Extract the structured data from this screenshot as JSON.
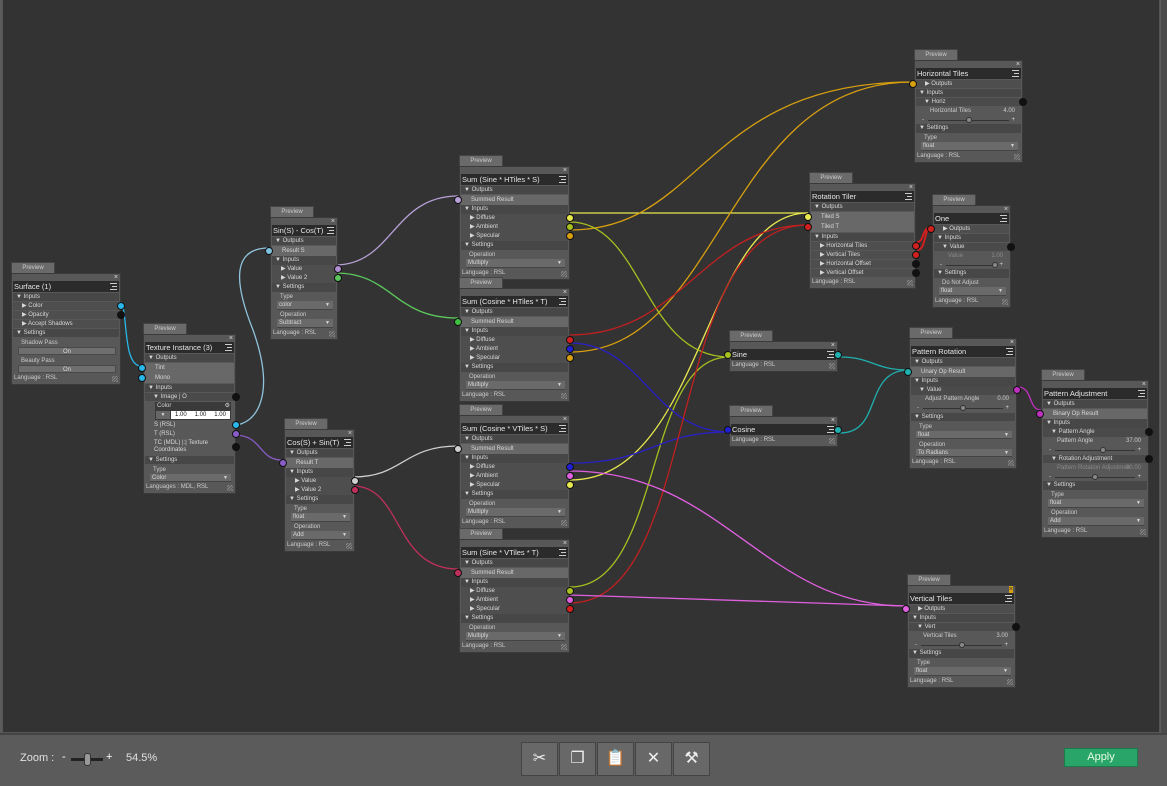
{
  "preview_label": "Preview",
  "close_glyph": "×",
  "nodes": [
    {
      "title": "Surface (1)",
      "rows": [
        {
          "t": "sec",
          "l": "▼ Inputs"
        },
        {
          "t": "sub",
          "l": "▶ Color",
          "pr": "#29b6e8"
        },
        {
          "t": "sub",
          "l": "▶ Opacity",
          "pr": "#111111"
        },
        {
          "t": "sub",
          "l": "▶ Accept Shadows"
        },
        {
          "t": "sec",
          "l": "▼ Settings"
        },
        {
          "t": "lbl",
          "l": "Shadow Pass"
        },
        {
          "t": "btn",
          "l": "On"
        },
        {
          "t": "lbl",
          "l": "Beauty Pass"
        },
        {
          "t": "btn",
          "l": "On"
        },
        {
          "t": "foot",
          "l": "Language : RSL"
        }
      ]
    },
    {
      "title": "Texture Instance (3)",
      "rows": [
        {
          "t": "sec",
          "l": "▼ Outputs"
        },
        {
          "t": "out",
          "l": "Tint",
          "pl": "#29b6e8"
        },
        {
          "t": "out",
          "l": "Mono",
          "pl": "#29b6e8"
        },
        {
          "t": "sec",
          "l": "▼ Inputs"
        },
        {
          "t": "sec2",
          "l": "▼ Image | O",
          "pr": "#111111"
        },
        {
          "t": "color",
          "l": "Color",
          "vals": [
            "1.00",
            "1.00",
            "1.00"
          ]
        },
        {
          "t": "plain",
          "l": "S (RSL)",
          "pr": "#29b6e8"
        },
        {
          "t": "plain",
          "l": "T (RSL)",
          "pr": "#8a5cc8"
        },
        {
          "t": "plain",
          "l": "TC (MDL)  |:| Texture Coordinates",
          "pr": "#111111"
        },
        {
          "t": "sec",
          "l": "▼ Settings"
        },
        {
          "t": "lbl",
          "l": "Type"
        },
        {
          "t": "dd",
          "l": "Color"
        },
        {
          "t": "foot",
          "l": "Languages : MDL, RSL"
        }
      ]
    },
    {
      "title": "Sin(S) - Cos(T)",
      "rows": [
        {
          "t": "sec",
          "l": "▼ Outputs"
        },
        {
          "t": "out",
          "l": "Result S",
          "pl": "#7fc0dc"
        },
        {
          "t": "sec",
          "l": "▼ Inputs"
        },
        {
          "t": "sub",
          "l": "▶ Value",
          "pr": "#b090d0"
        },
        {
          "t": "sub",
          "l": "▶ Value 2",
          "pr": "#5cc85c"
        },
        {
          "t": "sec",
          "l": "▼ Settings"
        },
        {
          "t": "lbl",
          "l": "Type"
        },
        {
          "t": "dd",
          "l": "color"
        },
        {
          "t": "lbl",
          "l": "Operation"
        },
        {
          "t": "dd",
          "l": "Subtract"
        },
        {
          "t": "foot",
          "l": "Language : RSL"
        }
      ]
    },
    {
      "title": "Cos(S) + Sin(T)",
      "rows": [
        {
          "t": "sec",
          "l": "▼ Outputs"
        },
        {
          "t": "out",
          "l": "Result T",
          "pl": "#8a5cc8"
        },
        {
          "t": "sec",
          "l": "▼ Inputs"
        },
        {
          "t": "sub",
          "l": "▶ Value",
          "pr": "#d0d0d0"
        },
        {
          "t": "sub",
          "l": "▶ Value 2",
          "pr": "#c0305a"
        },
        {
          "t": "sec",
          "l": "▼ Settings"
        },
        {
          "t": "lbl",
          "l": "Type"
        },
        {
          "t": "dd",
          "l": "float"
        },
        {
          "t": "lbl",
          "l": "Operation"
        },
        {
          "t": "dd",
          "l": "Add"
        },
        {
          "t": "foot",
          "l": "Language : RSL"
        }
      ]
    },
    {
      "title": "Sum (Sine * HTiles * S)",
      "rows": [
        {
          "t": "sec",
          "l": "▼ Outputs"
        },
        {
          "t": "out",
          "l": "Summed Result",
          "pl": "#b8a0d8"
        },
        {
          "t": "sec",
          "l": "▼ Inputs"
        },
        {
          "t": "sub",
          "l": "▶ Diffuse",
          "pr": "#e8e850"
        },
        {
          "t": "sub",
          "l": "▶ Ambient",
          "pr": "#a8c020"
        },
        {
          "t": "sub",
          "l": "▶ Specular",
          "pr": "#d8a010"
        },
        {
          "t": "sec",
          "l": "▼ Settings"
        },
        {
          "t": "lbl",
          "l": "Operation"
        },
        {
          "t": "dd",
          "l": "Multiply"
        },
        {
          "t": "foot",
          "l": "Language : RSL"
        }
      ]
    },
    {
      "title": "Sum (Cosine * HTiles * T)",
      "rows": [
        {
          "t": "sec",
          "l": "▼ Outputs"
        },
        {
          "t": "out",
          "l": "Summed Result",
          "pl": "#40c040"
        },
        {
          "t": "sec",
          "l": "▼ Inputs"
        },
        {
          "t": "sub",
          "l": "▶ Diffuse",
          "pr": "#d02020"
        },
        {
          "t": "sub",
          "l": "▶ Ambient",
          "pr": "#2020d0"
        },
        {
          "t": "sub",
          "l": "▶ Specular",
          "pr": "#d8a010"
        },
        {
          "t": "sec",
          "l": "▼ Settings"
        },
        {
          "t": "lbl",
          "l": "Operation"
        },
        {
          "t": "dd",
          "l": "Multiply"
        },
        {
          "t": "foot",
          "l": "Language : RSL"
        }
      ]
    },
    {
      "title": "Sum (Cosine * VTiles * S)",
      "rows": [
        {
          "t": "sec",
          "l": "▼ Outputs"
        },
        {
          "t": "out",
          "l": "Summed Result",
          "pl": "#d0d0d0"
        },
        {
          "t": "sec",
          "l": "▼ Inputs"
        },
        {
          "t": "sub",
          "l": "▶ Diffuse",
          "pr": "#2020d0"
        },
        {
          "t": "sub",
          "l": "▶ Ambient",
          "pr": "#e060e0"
        },
        {
          "t": "sub",
          "l": "▶ Specular",
          "pr": "#e8e850"
        },
        {
          "t": "sec",
          "l": "▼ Settings"
        },
        {
          "t": "lbl",
          "l": "Operation"
        },
        {
          "t": "dd",
          "l": "Multiply"
        },
        {
          "t": "foot",
          "l": "Language : RSL"
        }
      ]
    },
    {
      "title": "Sum (Sine * VTiles * T)",
      "rows": [
        {
          "t": "sec",
          "l": "▼ Outputs"
        },
        {
          "t": "out",
          "l": "Summed Result",
          "pl": "#c0305a"
        },
        {
          "t": "sec",
          "l": "▼ Inputs"
        },
        {
          "t": "sub",
          "l": "▶ Diffuse",
          "pr": "#a8c020"
        },
        {
          "t": "sub",
          "l": "▶ Ambient",
          "pr": "#e060e0"
        },
        {
          "t": "sub",
          "l": "▶ Specular",
          "pr": "#d02020"
        },
        {
          "t": "sec",
          "l": "▼ Settings"
        },
        {
          "t": "lbl",
          "l": "Operation"
        },
        {
          "t": "dd",
          "l": "Multiply"
        },
        {
          "t": "foot",
          "l": "Language : RSL"
        }
      ]
    },
    {
      "title": "Horizontal Tiles",
      "rows": [
        {
          "t": "sub",
          "l": "▶ Outputs",
          "pl": "#d8a010"
        },
        {
          "t": "sec",
          "l": "▼ Inputs"
        },
        {
          "t": "sec2",
          "l": "▼ Horiz",
          "pr": "#111111"
        },
        {
          "t": "slider",
          "l": "Horizontal Tiles",
          "v": "4.00",
          "pos": 0.5
        },
        {
          "t": "sec",
          "l": "▼ Settings"
        },
        {
          "t": "lbl",
          "l": "Type"
        },
        {
          "t": "dd",
          "l": "float"
        },
        {
          "t": "foot",
          "l": "Language : RSL"
        }
      ]
    },
    {
      "title": "Rotation Tiler",
      "rows": [
        {
          "t": "sec",
          "l": "▼ Outputs"
        },
        {
          "t": "out",
          "l": "Tiled S",
          "pl": "#e8e850"
        },
        {
          "t": "out",
          "l": "Tiled T",
          "pl": "#d02020"
        },
        {
          "t": "sec",
          "l": "▼ Inputs"
        },
        {
          "t": "sub",
          "l": "▶ Horizontal Tiles",
          "pr": "#d02020"
        },
        {
          "t": "sub",
          "l": "▶ Vertical Tiles",
          "pr": "#d02020"
        },
        {
          "t": "sub",
          "l": "▶ Horizontal Offset",
          "pr": "#111111"
        },
        {
          "t": "sub",
          "l": "▶ Vertical Offset",
          "pr": "#111111"
        },
        {
          "t": "foot",
          "l": "Language : RSL"
        }
      ]
    },
    {
      "title": "One",
      "rows": [
        {
          "t": "sub",
          "l": "▶ Outputs",
          "pl": "#d02020"
        },
        {
          "t": "sec",
          "l": "▼ Inputs"
        },
        {
          "t": "sec2",
          "l": "▼ Value",
          "pr": "#111111"
        },
        {
          "t": "slider",
          "l": "Value",
          "v": "1.00",
          "pos": 0.95,
          "dis": true
        },
        {
          "t": "sec",
          "l": "▼ Settings"
        },
        {
          "t": "lbl",
          "l": "Do Not Adjust"
        },
        {
          "t": "dd",
          "l": "float"
        },
        {
          "t": "foot",
          "l": "Language : RSL"
        }
      ]
    },
    {
      "title": "Sine",
      "tl": "#a8c020",
      "tr": "#20b0b0",
      "rows": [
        {
          "t": "foot",
          "l": "Language : RSL"
        }
      ]
    },
    {
      "title": "Cosine",
      "tl": "#2020d0",
      "tr": "#20b0b0",
      "rows": [
        {
          "t": "foot",
          "l": "Language : RSL"
        }
      ]
    },
    {
      "title": "Pattern Rotation",
      "rows": [
        {
          "t": "sec",
          "l": "▼ Outputs"
        },
        {
          "t": "out",
          "l": "Unary Op Result",
          "pl": "#20b0b0"
        },
        {
          "t": "sec",
          "l": "▼ Inputs"
        },
        {
          "t": "sec2",
          "l": "▼ Value",
          "pr": "#c030c0"
        },
        {
          "t": "slider",
          "l": "Adjust Pattern Angle",
          "v": "0.00",
          "pos": 0.5
        },
        {
          "t": "sec",
          "l": "▼ Settings"
        },
        {
          "t": "lbl",
          "l": "Type"
        },
        {
          "t": "dd",
          "l": "float"
        },
        {
          "t": "lbl",
          "l": "Operation"
        },
        {
          "t": "dd",
          "l": "To Radians"
        },
        {
          "t": "foot",
          "l": "Language : RSL"
        }
      ]
    },
    {
      "title": "Pattern Adjustment",
      "rows": [
        {
          "t": "sec",
          "l": "▼ Outputs"
        },
        {
          "t": "out",
          "l": "Binary Op Result",
          "pl": "#c030c0"
        },
        {
          "t": "sec",
          "l": "▼ Inputs"
        },
        {
          "t": "sec2",
          "l": "▼ Pattern Angle",
          "pr": "#111111"
        },
        {
          "t": "slider",
          "l": "Pattern Angle",
          "v": "37.00",
          "pos": 0.6
        },
        {
          "t": "sec2",
          "l": "▼ Rotation Adjustment",
          "pr": "#111111"
        },
        {
          "t": "slider",
          "l": "Pattern Rotation Adjustmen",
          "v": "90.00",
          "pos": 0.5,
          "dis": true
        },
        {
          "t": "sec",
          "l": "▼ Settings"
        },
        {
          "t": "lbl",
          "l": "Type"
        },
        {
          "t": "dd",
          "l": "float"
        },
        {
          "t": "lbl",
          "l": "Operation"
        },
        {
          "t": "dd",
          "l": "Add"
        },
        {
          "t": "foot",
          "l": "Language : RSL"
        }
      ]
    },
    {
      "title": "Vertical Tiles",
      "warn": true,
      "rows": [
        {
          "t": "sub",
          "l": "▶ Outputs",
          "pl": "#e060e0"
        },
        {
          "t": "sec",
          "l": "▼ Inputs"
        },
        {
          "t": "sec2",
          "l": "▼ Vert",
          "pr": "#111111"
        },
        {
          "t": "slider",
          "l": "Vertical Tiles",
          "v": "3.00",
          "pos": 0.5
        },
        {
          "t": "sec",
          "l": "▼ Settings"
        },
        {
          "t": "lbl",
          "l": "Type"
        },
        {
          "t": "dd",
          "l": "float"
        },
        {
          "t": "foot",
          "l": "Language : RSL"
        }
      ]
    }
  ],
  "footer": {
    "zoom_label": "Zoom :",
    "zoom_minus": "-",
    "zoom_plus": "+",
    "zoom_value": "54.5%",
    "zoom_fraction": 0.545,
    "tools": [
      {
        "name": "cut",
        "icon": "scissors-icon",
        "glyph": "✂"
      },
      {
        "name": "copy",
        "icon": "copy-icon",
        "glyph": "❐"
      },
      {
        "name": "paste",
        "icon": "paste-icon",
        "glyph": "📋"
      },
      {
        "name": "delete",
        "icon": "close-icon",
        "glyph": "✕"
      },
      {
        "name": "tools",
        "icon": "tools-icon",
        "glyph": "⚒"
      }
    ],
    "apply_label": "Apply"
  },
  "colors": {
    "canvas": "#333333",
    "apply": "#2aa56a"
  }
}
